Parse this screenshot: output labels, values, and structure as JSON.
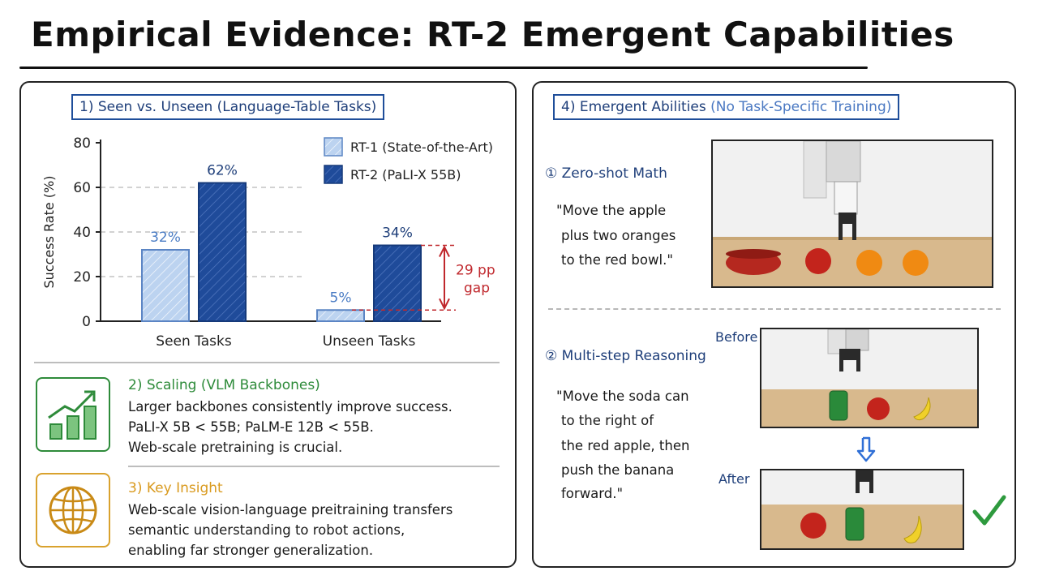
{
  "title": "Empirical Evidence: RT-2 Emergent Capabilities",
  "left": {
    "chart_label": "1) Seen vs. Unseen (Language-Table Tasks)",
    "scaling": {
      "heading": "2) Scaling (VLM Backbones)",
      "lines": [
        "Larger backbones consistently improve success.",
        "PaLI-X 5B < 55B; PaLM-E 12B < 55B.",
        "Web-scale pretraining is crucial."
      ],
      "icon": "bar-chart-trend-icon",
      "color": "#2e8b3a"
    },
    "insight": {
      "heading": "3) Key Insight",
      "lines": [
        "Web-scale vision-language preitraining transfers",
        "semantic understanding to robot actions,",
        "enabling far stronger generalization."
      ],
      "icon": "globe-icon",
      "color": "#d99a1e"
    }
  },
  "chart_data": {
    "type": "bar",
    "categories": [
      "Seen Tasks",
      "Unseen Tasks"
    ],
    "series": [
      {
        "name": "RT-1 (State-of-the-Art)",
        "values": [
          32,
          5
        ],
        "color": "#bcd3f0"
      },
      {
        "name": "RT-2 (PaLI-X 55B)",
        "values": [
          62,
          34
        ],
        "color": "#1f4b9a"
      }
    ],
    "data_labels": [
      [
        "32%",
        "5%"
      ],
      [
        "62%",
        "34%"
      ]
    ],
    "ylabel": "Success Rate (%)",
    "ylim": [
      0,
      80
    ],
    "yticks": [
      "0",
      "20",
      "40",
      "60",
      "80"
    ],
    "grid": true,
    "legend": "top-right",
    "annotation": {
      "line1": "29 pp",
      "line2": "gap",
      "from": 5,
      "to": 34,
      "color": "#c0282d"
    }
  },
  "right": {
    "section_label": "4) Emergent Abilities",
    "section_label_note": "(No Task-Specific Training)",
    "math": {
      "title": "① Zero-shot Math",
      "quote": [
        "\"Move the apple",
        "plus two oranges",
        "to the red bowl.\""
      ]
    },
    "reasoning": {
      "title": "② Multi-step Reasoning",
      "quote": [
        "\"Move the soda can",
        "to the right of",
        "the red apple, then",
        "push the banana",
        "forward.\""
      ],
      "before": "Before",
      "after": "After"
    },
    "check_icon": "checkmark-icon",
    "arrow_icon": "arrow-down-icon"
  }
}
